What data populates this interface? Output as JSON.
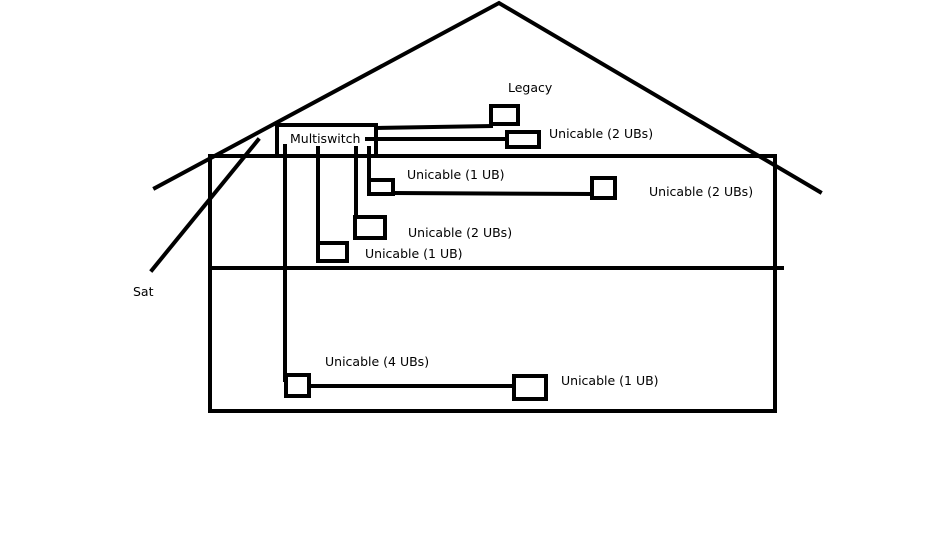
{
  "diagram": {
    "labels": {
      "multiswitch": "Multiswitch",
      "legacy": "Legacy",
      "sat": "Sat",
      "attic_right": "Unicable (2 UBs)",
      "upper_short": "Unicable (1 UB)",
      "upper_far": "Unicable (2 UBs)",
      "upper_mid": "Unicable (2 UBs)",
      "upper_low": "Unicable (1 UB)",
      "ground_left": "Unicable (4 UBs)",
      "ground_right": "Unicable (1 UB)"
    },
    "colors": {
      "stroke": "#000000",
      "background": "#ffffff"
    }
  }
}
